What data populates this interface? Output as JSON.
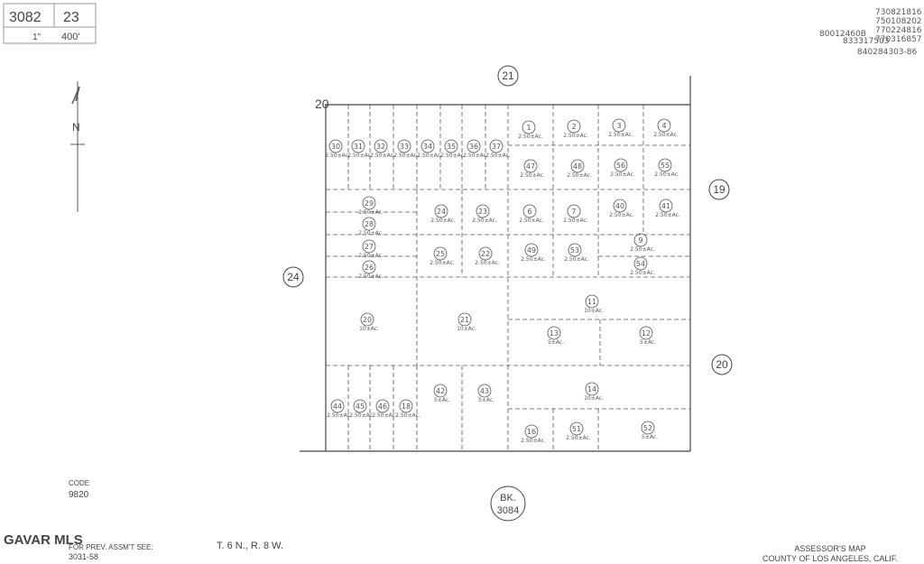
{
  "header": {
    "book": "3082",
    "page": "23",
    "scale_prefix": "1\"",
    "scale": "400'",
    "revisions": [
      "730821816",
      "750108202",
      "770224816",
      "770316857",
      "80012460B",
      "833317503",
      "840284303-86"
    ]
  },
  "section_numbers": {
    "top": "21",
    "right_upper": "19",
    "left": "24",
    "right_lower": "20",
    "corner": "20"
  },
  "book_ref": {
    "label": "BK.",
    "number": "3084"
  },
  "parcels": [
    {
      "id": "30",
      "acres": "2.50±Ac."
    },
    {
      "id": "31",
      "acres": "2.50±Ac."
    },
    {
      "id": "32",
      "acres": "2.50±Ac."
    },
    {
      "id": "33",
      "acres": "2.50±Ac."
    },
    {
      "id": "34",
      "acres": "2.50±Ac."
    },
    {
      "id": "35",
      "acres": "2.50±Ac."
    },
    {
      "id": "36",
      "acres": "2.50±Ac."
    },
    {
      "id": "37",
      "acres": "2.50±Ac."
    },
    {
      "id": "1",
      "acres": "2.50±Ac."
    },
    {
      "id": "2",
      "acres": "2.50±Ac."
    },
    {
      "id": "3",
      "acres": "2.50±Ac."
    },
    {
      "id": "4",
      "acres": "2.50±Ac."
    },
    {
      "id": "47",
      "acres": "2.50±Ac."
    },
    {
      "id": "48",
      "acres": "2.50±Ac."
    },
    {
      "id": "56",
      "acres": "2.50±Ac."
    },
    {
      "id": "55",
      "acres": "2.50±Ac."
    },
    {
      "id": "29",
      "acres": "2.50±Ac."
    },
    {
      "id": "28",
      "acres": "2.50±Ac."
    },
    {
      "id": "27",
      "acres": "2.50±Ac."
    },
    {
      "id": "26",
      "acres": "2.50±Ac."
    },
    {
      "id": "24",
      "acres": "2.50±Ac."
    },
    {
      "id": "23",
      "acres": "2.50±Ac."
    },
    {
      "id": "6",
      "acres": "2.50±Ac."
    },
    {
      "id": "7",
      "acres": "2.50±Ac."
    },
    {
      "id": "40",
      "acres": "2.50±Ac."
    },
    {
      "id": "41",
      "acres": "2.50±Ac."
    },
    {
      "id": "25",
      "acres": "2.50±Ac."
    },
    {
      "id": "22",
      "acres": "2.50±Ac."
    },
    {
      "id": "49",
      "acres": "2.50±Ac."
    },
    {
      "id": "53",
      "acres": "2.50±Ac."
    },
    {
      "id": "9",
      "acres": "2.50±Ac."
    },
    {
      "id": "54",
      "acres": "2.50±Ac."
    },
    {
      "id": "20",
      "acres": "10±Ac."
    },
    {
      "id": "21",
      "acres": "10±Ac."
    },
    {
      "id": "11",
      "acres": "10±Ac."
    },
    {
      "id": "13",
      "acres": "5±Ac."
    },
    {
      "id": "12",
      "acres": "5±Ac."
    },
    {
      "id": "14",
      "acres": "10±Ac."
    },
    {
      "id": "44",
      "acres": "2.50±Ac."
    },
    {
      "id": "45",
      "acres": "2.50±Ac."
    },
    {
      "id": "46",
      "acres": "2.50±Ac."
    },
    {
      "id": "18",
      "acres": "2.50±Ac."
    },
    {
      "id": "42",
      "acres": "5±Ac."
    },
    {
      "id": "43",
      "acres": "5±Ac."
    },
    {
      "id": "16",
      "acres": "2.50±Ac."
    },
    {
      "id": "51",
      "acres": "2.50±Ac."
    },
    {
      "id": "52",
      "acres": "5±Ac."
    }
  ],
  "footer": {
    "code_label": "CODE",
    "code": "9820",
    "watermark": "GAVAR MLS",
    "prev_label": "FOR PREV. ASSM'T SEE:",
    "prev_ref": "3031-58",
    "township": "T. 6 N., R. 8 W.",
    "assessor_line1": "ASSESSOR'S MAP",
    "assessor_line2": "COUNTY OF LOS ANGELES, CALIF."
  },
  "colors": {
    "ink": "#333333",
    "paper": "#ffffff"
  },
  "icons": {
    "north_arrow": "north-arrow-icon"
  }
}
